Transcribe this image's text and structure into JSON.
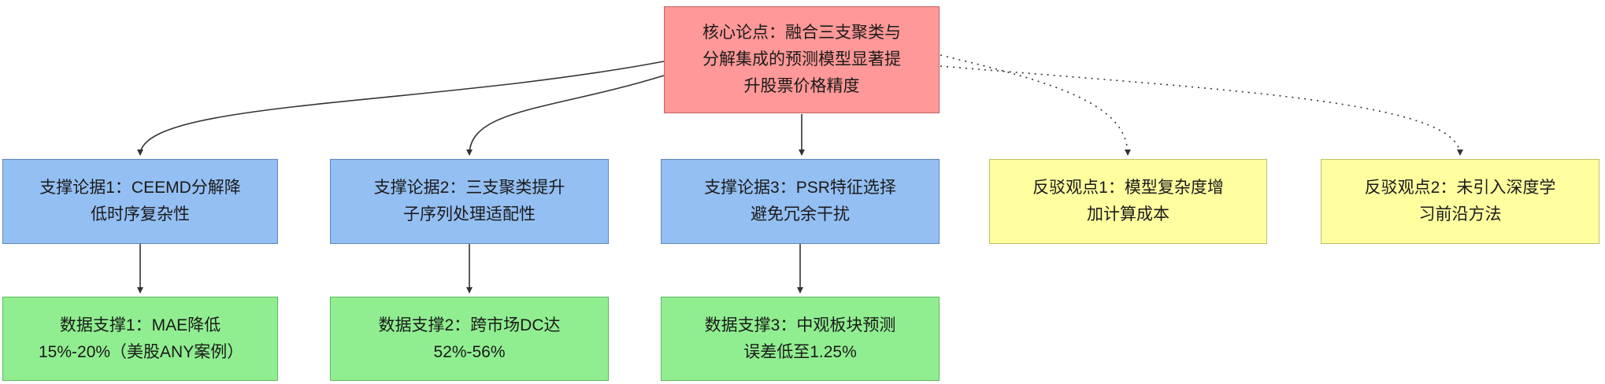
{
  "diagram": {
    "nodes": {
      "root": {
        "label": "核心论点：融合三支聚类与分解集成的预测模型显著提升股票价格精度"
      },
      "support1": {
        "label": "支撑论据1：CEEMD分解降低时序复杂性"
      },
      "support2": {
        "label": "支撑论据2：三支聚类提升子序列处理适配性"
      },
      "support3": {
        "label": "支撑论据3：PSR特征选择避免冗余干扰"
      },
      "rebuttal1": {
        "label": "反驳观点1：模型复杂度增加计算成本"
      },
      "rebuttal2": {
        "label": "反驳观点2：未引入深度学习前沿方法"
      },
      "data1": {
        "label": "数据支撑1：MAE降低15%-20%（美股ANY案例）"
      },
      "data2": {
        "label": "数据支撑2：跨市场DC达52%-56%"
      },
      "data3": {
        "label": "数据支撑3：中观板块预测误差低至1.25%"
      }
    },
    "colors": {
      "root_fill": "#ff9898",
      "root_border": "#c46262",
      "support_fill": "#94bff2",
      "support_border": "#5d88bb",
      "rebuttal_fill": "#ffffa0",
      "rebuttal_border": "#bfbf69",
      "data_fill": "#90ee90",
      "data_border": "#5cb85c",
      "edge": "#333333",
      "text": "#1a1a1a",
      "background": "#ffffff"
    }
  }
}
